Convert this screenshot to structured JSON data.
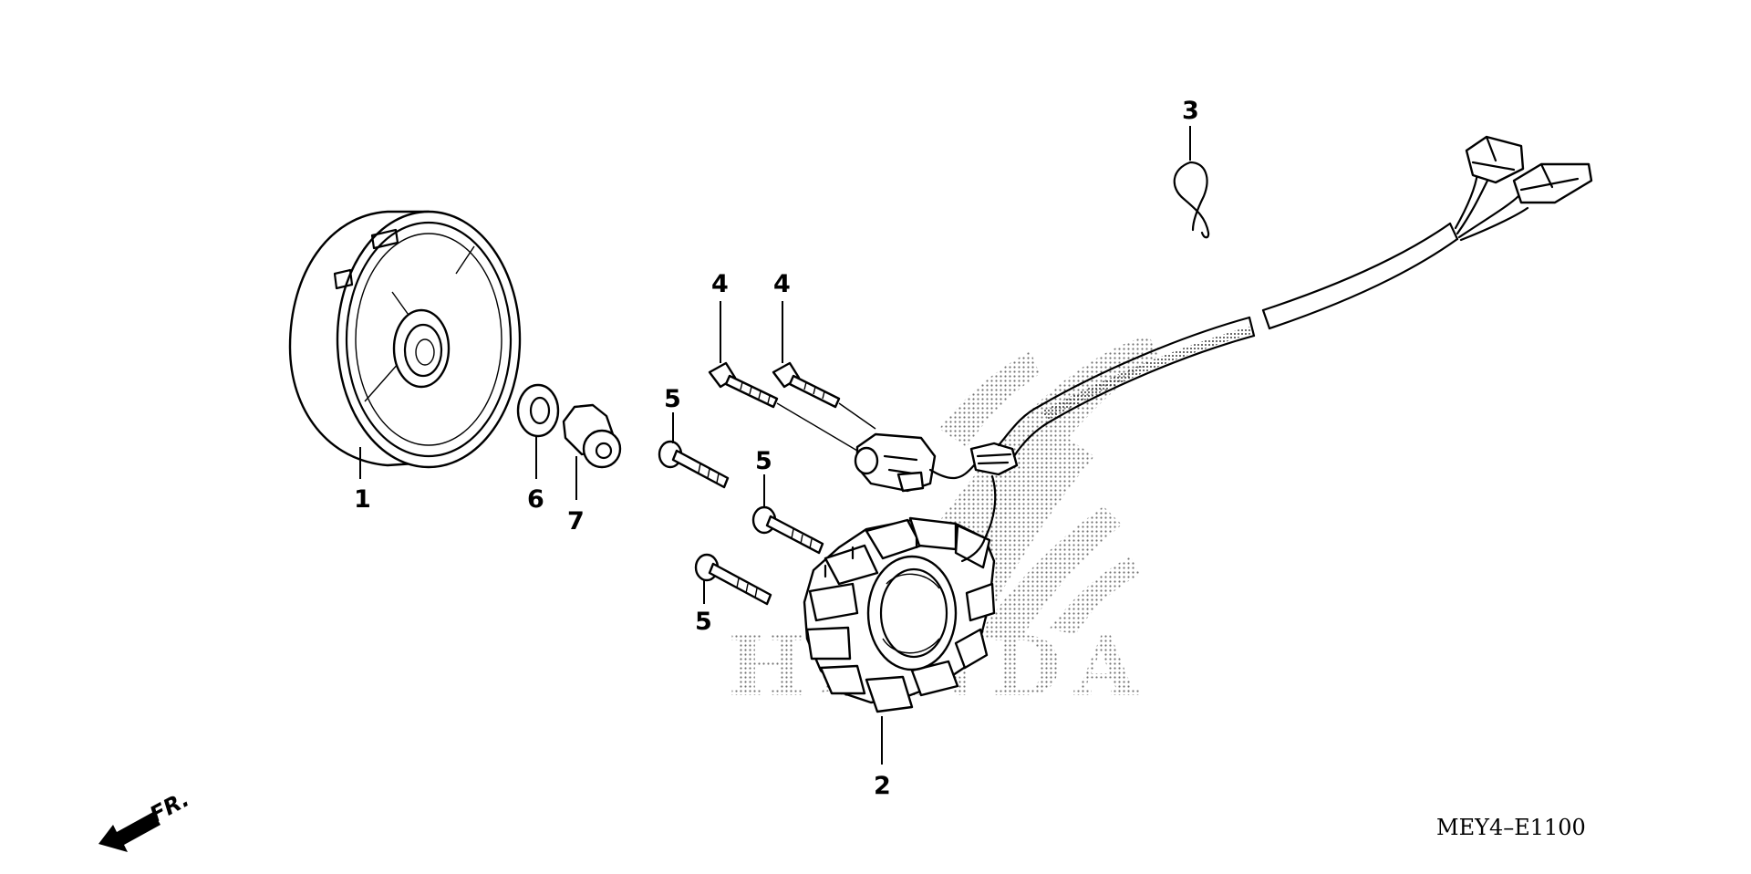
{
  "diagram": {
    "callouts": {
      "flywheel": "1",
      "stator": "2",
      "wire_clip": "3",
      "bolt_a": "4",
      "bolt_b": "4",
      "bolt_c": "5",
      "bolt_d": "5",
      "bolt_e": "5",
      "washer": "6",
      "nut": "7"
    },
    "direction_label": "FR.",
    "diagram_code": "MEY4–E1100",
    "watermark": "HONDA"
  }
}
